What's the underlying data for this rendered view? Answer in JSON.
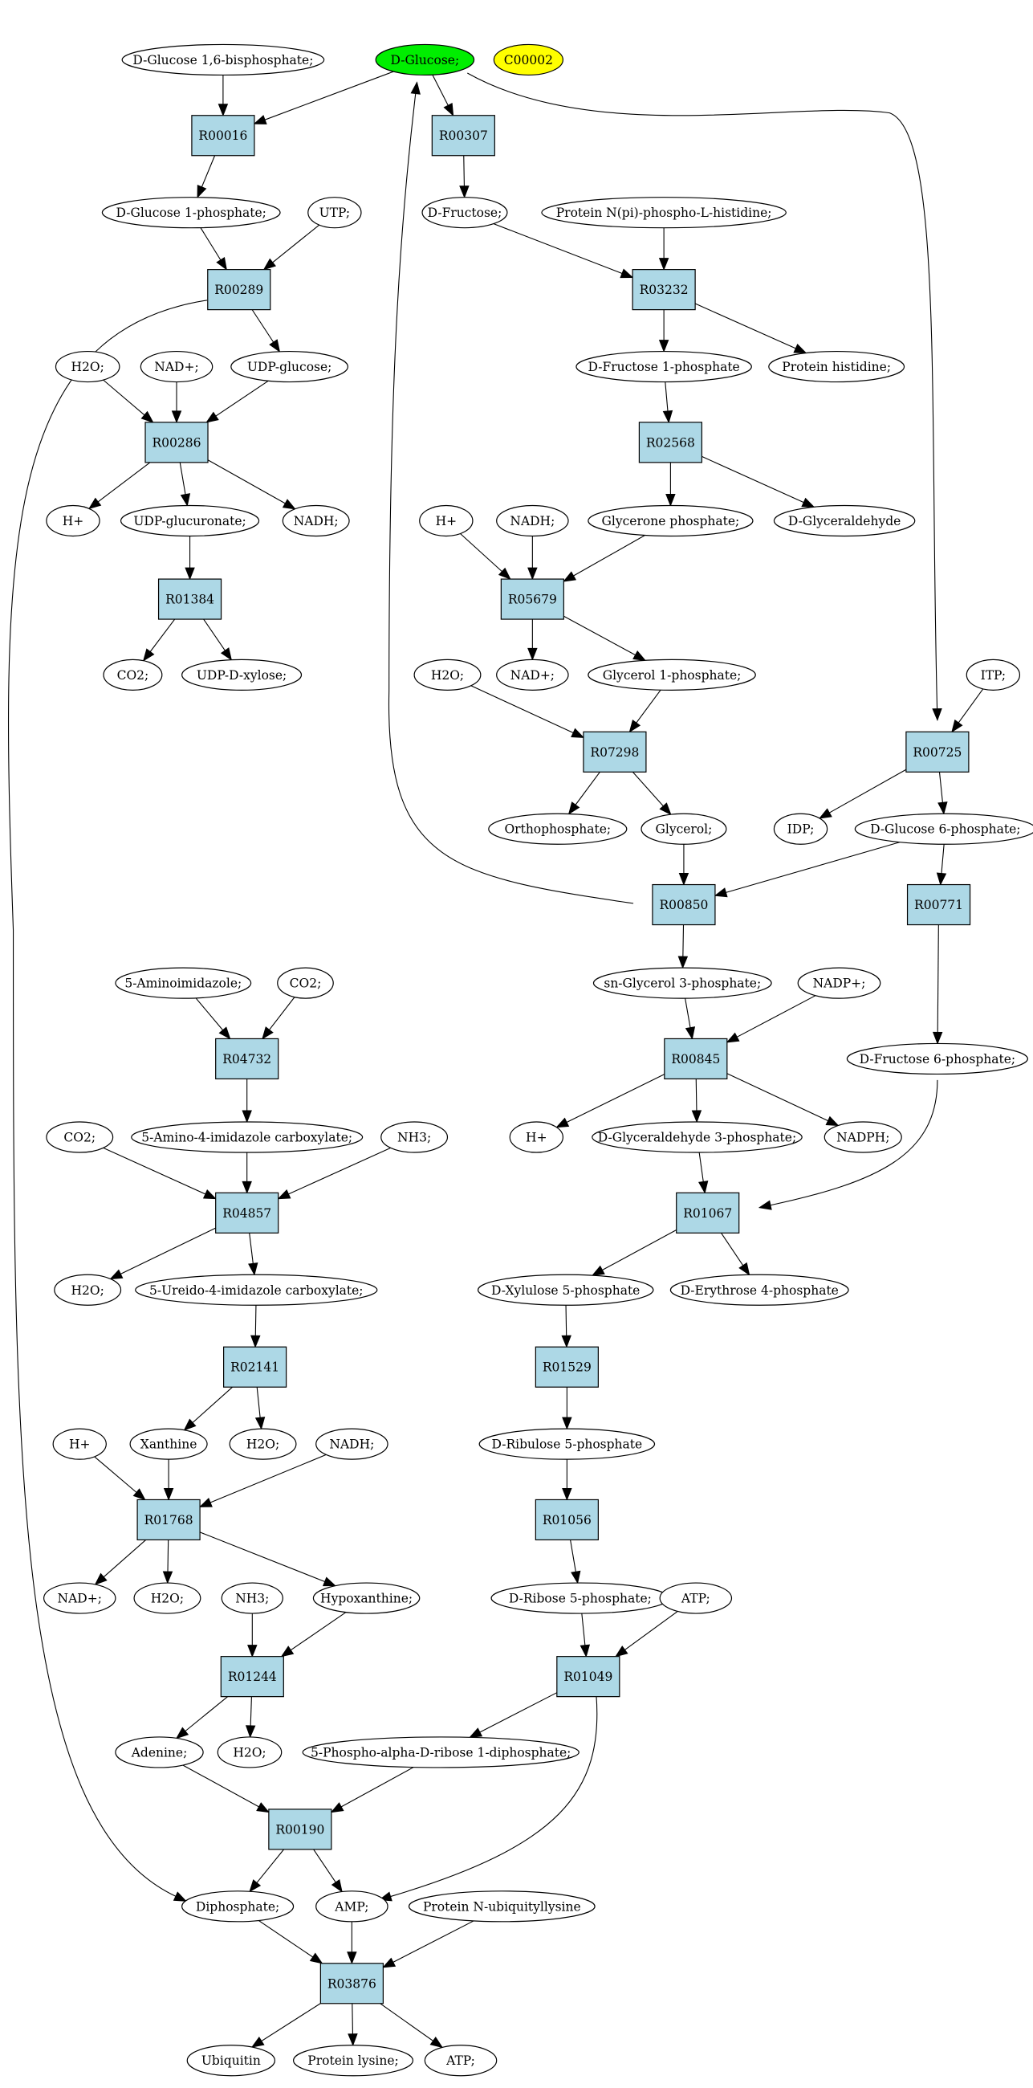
{
  "diagram": {
    "colors": {
      "reaction_fill": "#add8e6",
      "compound_fill": "#ffffff",
      "highlight_start": "#00ee00",
      "highlight_query": "#ffff00",
      "stroke": "#000000"
    },
    "nodes": [
      {
        "id": "dglc16bp",
        "kind": "compound",
        "label": "D-Glucose 1,6-bisphosphate;"
      },
      {
        "id": "dglucose",
        "kind": "compound",
        "label": "D-Glucose;",
        "color": "#00ee00"
      },
      {
        "id": "c00002",
        "kind": "compound",
        "label": "C00002",
        "color": "#ffff00"
      },
      {
        "id": "R00016",
        "kind": "reaction",
        "label": "R00016"
      },
      {
        "id": "R00307",
        "kind": "reaction",
        "label": "R00307"
      },
      {
        "id": "dglc1p",
        "kind": "compound",
        "label": "D-Glucose 1-phosphate;"
      },
      {
        "id": "utp",
        "kind": "compound",
        "label": "UTP;"
      },
      {
        "id": "dfru",
        "kind": "compound",
        "label": "D-Fructose;"
      },
      {
        "id": "protnphis",
        "kind": "compound",
        "label": "Protein N(pi)-phospho-L-histidine;"
      },
      {
        "id": "R00289",
        "kind": "reaction",
        "label": "R00289"
      },
      {
        "id": "R03232",
        "kind": "reaction",
        "label": "R03232"
      },
      {
        "id": "h2o_a",
        "kind": "compound",
        "label": "H2O;"
      },
      {
        "id": "nadp_a",
        "kind": "compound",
        "label": "NAD+;"
      },
      {
        "id": "udpglc",
        "kind": "compound",
        "label": "UDP-glucose;"
      },
      {
        "id": "dfru1p",
        "kind": "compound",
        "label": "D-Fructose 1-phosphate"
      },
      {
        "id": "prothis",
        "kind": "compound",
        "label": "Protein histidine;"
      },
      {
        "id": "R00286",
        "kind": "reaction",
        "label": "R00286"
      },
      {
        "id": "R02568",
        "kind": "reaction",
        "label": "R02568"
      },
      {
        "id": "h_a",
        "kind": "compound",
        "label": "H+"
      },
      {
        "id": "udpglcur",
        "kind": "compound",
        "label": "UDP-glucuronate;"
      },
      {
        "id": "nadh_a",
        "kind": "compound",
        "label": "NADH;"
      },
      {
        "id": "h_b",
        "kind": "compound",
        "label": "H+"
      },
      {
        "id": "nadh_b",
        "kind": "compound",
        "label": "NADH;"
      },
      {
        "id": "glycp",
        "kind": "compound",
        "label": "Glycerone phosphate;"
      },
      {
        "id": "dglyald",
        "kind": "compound",
        "label": "D-Glyceraldehyde"
      },
      {
        "id": "R01384",
        "kind": "reaction",
        "label": "R01384"
      },
      {
        "id": "R05679",
        "kind": "reaction",
        "label": "R05679"
      },
      {
        "id": "co2_a",
        "kind": "compound",
        "label": "CO2;"
      },
      {
        "id": "udpxyl",
        "kind": "compound",
        "label": "UDP-D-xylose;"
      },
      {
        "id": "h2o_b",
        "kind": "compound",
        "label": "H2O;"
      },
      {
        "id": "nadp_b",
        "kind": "compound",
        "label": "NAD+;"
      },
      {
        "id": "gly1p",
        "kind": "compound",
        "label": "Glycerol 1-phosphate;"
      },
      {
        "id": "itp",
        "kind": "compound",
        "label": "ITP;"
      },
      {
        "id": "R07298",
        "kind": "reaction",
        "label": "R07298"
      },
      {
        "id": "R00725",
        "kind": "reaction",
        "label": "R00725"
      },
      {
        "id": "orthop",
        "kind": "compound",
        "label": "Orthophosphate;"
      },
      {
        "id": "glycerol",
        "kind": "compound",
        "label": "Glycerol;"
      },
      {
        "id": "idp",
        "kind": "compound",
        "label": "IDP;"
      },
      {
        "id": "dglc6p",
        "kind": "compound",
        "label": "D-Glucose 6-phosphate;"
      },
      {
        "id": "R00850",
        "kind": "reaction",
        "label": "R00850"
      },
      {
        "id": "R00771",
        "kind": "reaction",
        "label": "R00771"
      },
      {
        "id": "aminoimid",
        "kind": "compound",
        "label": "5-Aminoimidazole;"
      },
      {
        "id": "co2_b",
        "kind": "compound",
        "label": "CO2;"
      },
      {
        "id": "snglyc3p",
        "kind": "compound",
        "label": "sn-Glycerol 3-phosphate;"
      },
      {
        "id": "nadpplus",
        "kind": "compound",
        "label": "NADP+;"
      },
      {
        "id": "R04732",
        "kind": "reaction",
        "label": "R04732"
      },
      {
        "id": "R00845",
        "kind": "reaction",
        "label": "R00845"
      },
      {
        "id": "dfru6p",
        "kind": "compound",
        "label": "D-Fructose 6-phosphate;"
      },
      {
        "id": "co2_c",
        "kind": "compound",
        "label": "CO2;"
      },
      {
        "id": "amimidcarb",
        "kind": "compound",
        "label": "5-Amino-4-imidazole carboxylate;"
      },
      {
        "id": "nh3_a",
        "kind": "compound",
        "label": "NH3;"
      },
      {
        "id": "h_c",
        "kind": "compound",
        "label": "H+"
      },
      {
        "id": "dga3p",
        "kind": "compound",
        "label": "D-Glyceraldehyde 3-phosphate;"
      },
      {
        "id": "nadph",
        "kind": "compound",
        "label": "NADPH;"
      },
      {
        "id": "R04857",
        "kind": "reaction",
        "label": "R04857"
      },
      {
        "id": "R01067",
        "kind": "reaction",
        "label": "R01067"
      },
      {
        "id": "h2o_c",
        "kind": "compound",
        "label": "H2O;"
      },
      {
        "id": "ureidoimid",
        "kind": "compound",
        "label": "5-Ureido-4-imidazole carboxylate;"
      },
      {
        "id": "dxyl5p",
        "kind": "compound",
        "label": "D-Xylulose 5-phosphate"
      },
      {
        "id": "dery4p",
        "kind": "compound",
        "label": "D-Erythrose 4-phosphate"
      },
      {
        "id": "R02141",
        "kind": "reaction",
        "label": "R02141"
      },
      {
        "id": "R01529",
        "kind": "reaction",
        "label": "R01529"
      },
      {
        "id": "h_d",
        "kind": "compound",
        "label": "H+"
      },
      {
        "id": "xanthine",
        "kind": "compound",
        "label": "Xanthine"
      },
      {
        "id": "h2o_d",
        "kind": "compound",
        "label": "H2O;"
      },
      {
        "id": "nadh_c",
        "kind": "compound",
        "label": "NADH;"
      },
      {
        "id": "drib5p",
        "kind": "compound",
        "label": "D-Ribulose 5-phosphate"
      },
      {
        "id": "R01768",
        "kind": "reaction",
        "label": "R01768"
      },
      {
        "id": "R01056",
        "kind": "reaction",
        "label": "R01056"
      },
      {
        "id": "nadp_c",
        "kind": "compound",
        "label": "NAD+;"
      },
      {
        "id": "h2o_e",
        "kind": "compound",
        "label": "H2O;"
      },
      {
        "id": "nh3_b",
        "kind": "compound",
        "label": "NH3;"
      },
      {
        "id": "hypox",
        "kind": "compound",
        "label": "Hypoxanthine;"
      },
      {
        "id": "dribose5p",
        "kind": "compound",
        "label": "D-Ribose 5-phosphate;"
      },
      {
        "id": "atp_a",
        "kind": "compound",
        "label": "ATP;"
      },
      {
        "id": "R01244",
        "kind": "reaction",
        "label": "R01244"
      },
      {
        "id": "R01049",
        "kind": "reaction",
        "label": "R01049"
      },
      {
        "id": "adenine",
        "kind": "compound",
        "label": "Adenine;"
      },
      {
        "id": "h2o_f",
        "kind": "compound",
        "label": "H2O;"
      },
      {
        "id": "prpp",
        "kind": "compound",
        "label": "5-Phospho-alpha-D-ribose 1-diphosphate;"
      },
      {
        "id": "R00190",
        "kind": "reaction",
        "label": "R00190"
      },
      {
        "id": "diphos",
        "kind": "compound",
        "label": "Diphosphate;"
      },
      {
        "id": "amp",
        "kind": "compound",
        "label": "AMP;"
      },
      {
        "id": "protubi",
        "kind": "compound",
        "label": "Protein N-ubiquityllysine"
      },
      {
        "id": "R03876",
        "kind": "reaction",
        "label": "R03876"
      },
      {
        "id": "ubiquitin",
        "kind": "compound",
        "label": "Ubiquitin"
      },
      {
        "id": "protlys",
        "kind": "compound",
        "label": "Protein lysine;"
      },
      {
        "id": "atp_b",
        "kind": "compound",
        "label": "ATP;"
      }
    ],
    "edges": [
      [
        "dglc16bp",
        "R00016"
      ],
      [
        "dglucose",
        "R00016"
      ],
      [
        "R00016",
        "dglc1p"
      ],
      [
        "dglucose",
        "R00307"
      ],
      [
        "R00307",
        "dfru"
      ],
      [
        "dglucose",
        "R00725"
      ],
      [
        "dglc1p",
        "R00289"
      ],
      [
        "utp",
        "R00289"
      ],
      [
        "R00289",
        "udpglc"
      ],
      [
        "R00289",
        "diphos"
      ],
      [
        "dfru",
        "R03232"
      ],
      [
        "protnphis",
        "R03232"
      ],
      [
        "R03232",
        "dfru1p"
      ],
      [
        "R03232",
        "prothis"
      ],
      [
        "h2o_a",
        "R00286"
      ],
      [
        "nadp_a",
        "R00286"
      ],
      [
        "udpglc",
        "R00286"
      ],
      [
        "R00286",
        "h_a"
      ],
      [
        "R00286",
        "udpglcur"
      ],
      [
        "R00286",
        "nadh_a"
      ],
      [
        "dfru1p",
        "R02568"
      ],
      [
        "R02568",
        "glycp"
      ],
      [
        "R02568",
        "dglyald"
      ],
      [
        "udpglcur",
        "R01384"
      ],
      [
        "R01384",
        "co2_a"
      ],
      [
        "R01384",
        "udpxyl"
      ],
      [
        "h_b",
        "R05679"
      ],
      [
        "nadh_b",
        "R05679"
      ],
      [
        "glycp",
        "R05679"
      ],
      [
        "R05679",
        "nadp_b"
      ],
      [
        "R05679",
        "gly1p"
      ],
      [
        "h2o_b",
        "R07298"
      ],
      [
        "gly1p",
        "R07298"
      ],
      [
        "R07298",
        "orthop"
      ],
      [
        "R07298",
        "glycerol"
      ],
      [
        "itp",
        "R00725"
      ],
      [
        "R00725",
        "idp"
      ],
      [
        "R00725",
        "dglc6p"
      ],
      [
        "glycerol",
        "R00850"
      ],
      [
        "dglc6p",
        "R00850"
      ],
      [
        "R00850",
        "dglucose"
      ],
      [
        "R00850",
        "snglyc3p"
      ],
      [
        "dglc6p",
        "R00771"
      ],
      [
        "R00771",
        "dfru6p"
      ],
      [
        "snglyc3p",
        "R00845"
      ],
      [
        "nadpplus",
        "R00845"
      ],
      [
        "R00845",
        "h_c"
      ],
      [
        "R00845",
        "dga3p"
      ],
      [
        "R00845",
        "nadph"
      ],
      [
        "aminoimid",
        "R04732"
      ],
      [
        "co2_b",
        "R04732"
      ],
      [
        "R04732",
        "amimidcarb"
      ],
      [
        "co2_c",
        "R04857"
      ],
      [
        "amimidcarb",
        "R04857"
      ],
      [
        "nh3_a",
        "R04857"
      ],
      [
        "R04857",
        "h2o_c"
      ],
      [
        "R04857",
        "ureidoimid"
      ],
      [
        "dga3p",
        "R01067"
      ],
      [
        "dfru6p",
        "R01067"
      ],
      [
        "R01067",
        "dxyl5p"
      ],
      [
        "R01067",
        "dery4p"
      ],
      [
        "ureidoimid",
        "R02141"
      ],
      [
        "R02141",
        "xanthine"
      ],
      [
        "R02141",
        "h2o_d"
      ],
      [
        "dxyl5p",
        "R01529"
      ],
      [
        "R01529",
        "drib5p"
      ],
      [
        "h_d",
        "R01768"
      ],
      [
        "xanthine",
        "R01768"
      ],
      [
        "nadh_c",
        "R01768"
      ],
      [
        "R01768",
        "nadp_c"
      ],
      [
        "R01768",
        "h2o_e"
      ],
      [
        "R01768",
        "hypox"
      ],
      [
        "drib5p",
        "R01056"
      ],
      [
        "R01056",
        "dribose5p"
      ],
      [
        "nh3_b",
        "R01244"
      ],
      [
        "hypox",
        "R01244"
      ],
      [
        "R01244",
        "adenine"
      ],
      [
        "R01244",
        "h2o_f"
      ],
      [
        "dribose5p",
        "R01049"
      ],
      [
        "atp_a",
        "R01049"
      ],
      [
        "R01049",
        "prpp"
      ],
      [
        "R01049",
        "amp"
      ],
      [
        "adenine",
        "R00190"
      ],
      [
        "prpp",
        "R00190"
      ],
      [
        "R00190",
        "diphos"
      ],
      [
        "R00190",
        "amp"
      ],
      [
        "diphos",
        "R03876"
      ],
      [
        "amp",
        "R03876"
      ],
      [
        "protubi",
        "R03876"
      ],
      [
        "R03876",
        "ubiquitin"
      ],
      [
        "R03876",
        "protlys"
      ],
      [
        "R03876",
        "atp_b"
      ]
    ]
  }
}
